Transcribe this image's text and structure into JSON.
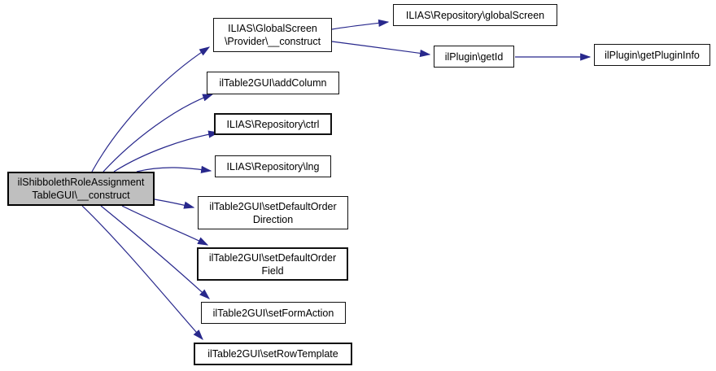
{
  "diagram": {
    "kind": "doxygen-call-graph",
    "background_color": "#ffffff",
    "edge_color": "#28288c",
    "node_border_color": "#111111",
    "main_node_fill": "#bfbfbf",
    "nodes": {
      "main": {
        "line1": "ilShibbolethRoleAssignment",
        "line2": "TableGUI\\__construct"
      },
      "provider_construct": {
        "line1": "ILIAS\\GlobalScreen",
        "line2": "\\Provider\\__construct"
      },
      "add_column": {
        "label": "ilTable2GUI\\addColumn"
      },
      "ctrl": {
        "label": "ILIAS\\Repository\\ctrl"
      },
      "lng": {
        "label": "ILIAS\\Repository\\lng"
      },
      "set_default_order_direction": {
        "line1": "ilTable2GUI\\setDefaultOrder",
        "line2": "Direction"
      },
      "set_default_order_field": {
        "line1": "ilTable2GUI\\setDefaultOrder",
        "line2": "Field"
      },
      "set_form_action": {
        "label": "ilTable2GUI\\setFormAction"
      },
      "set_row_template": {
        "label": "ilTable2GUI\\setRowTemplate"
      },
      "global_screen": {
        "label": "ILIAS\\Repository\\globalScreen"
      },
      "get_id": {
        "label": "ilPlugin\\getId"
      },
      "get_plugin_info": {
        "label": "ilPlugin\\getPluginInfo"
      }
    },
    "edges": [
      {
        "from": "main",
        "to": "provider_construct"
      },
      {
        "from": "main",
        "to": "add_column"
      },
      {
        "from": "main",
        "to": "ctrl"
      },
      {
        "from": "main",
        "to": "lng"
      },
      {
        "from": "main",
        "to": "set_default_order_direction"
      },
      {
        "from": "main",
        "to": "set_default_order_field"
      },
      {
        "from": "main",
        "to": "set_form_action"
      },
      {
        "from": "main",
        "to": "set_row_template"
      },
      {
        "from": "provider_construct",
        "to": "global_screen"
      },
      {
        "from": "provider_construct",
        "to": "get_id"
      },
      {
        "from": "get_id",
        "to": "get_plugin_info"
      }
    ]
  }
}
